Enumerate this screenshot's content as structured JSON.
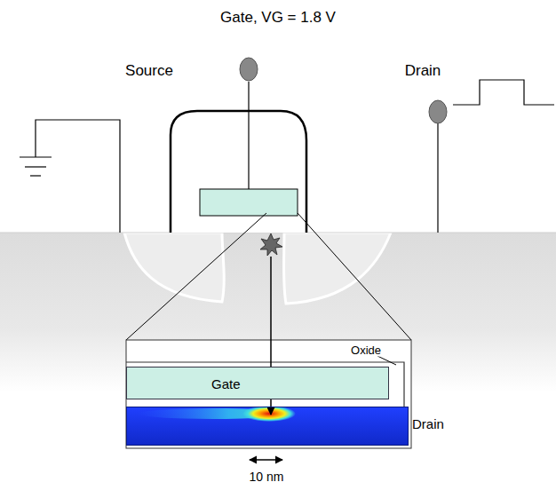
{
  "diagram": {
    "nodes": [
      {
        "text": [
          "Gate"
        ]
      },
      {
        "text": [
          "Drain"
        ]
      }
    ],
    "edges": [
      {
        "from": 0,
        "to": 1,
        "arrow": "to"
      }
    ],
    "labels": [
      "Gate, VG = 1.8 V",
      "Source",
      "Drain",
      "Oxide",
      "10 nm"
    ]
  }
}
